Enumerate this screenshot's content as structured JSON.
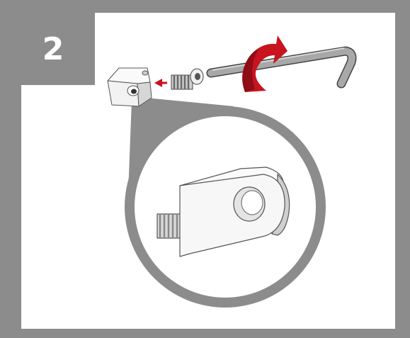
{
  "step": {
    "number": "2"
  },
  "colors": {
    "frame": "#8c8c8c",
    "panel": "#ffffff",
    "arrow_red": "#c8141e",
    "part_fill": "#f2f2f2",
    "part_edge": "#555555"
  },
  "icons": {
    "step_badge": "step-number-badge",
    "rotate_arrow": "clockwise-rotation-arrow",
    "insert_arrow": "insert-direction-arrow",
    "hex_key": "allen-key",
    "screw": "set-screw",
    "block": "eyelet-block",
    "callout": "magnifier-callout"
  }
}
